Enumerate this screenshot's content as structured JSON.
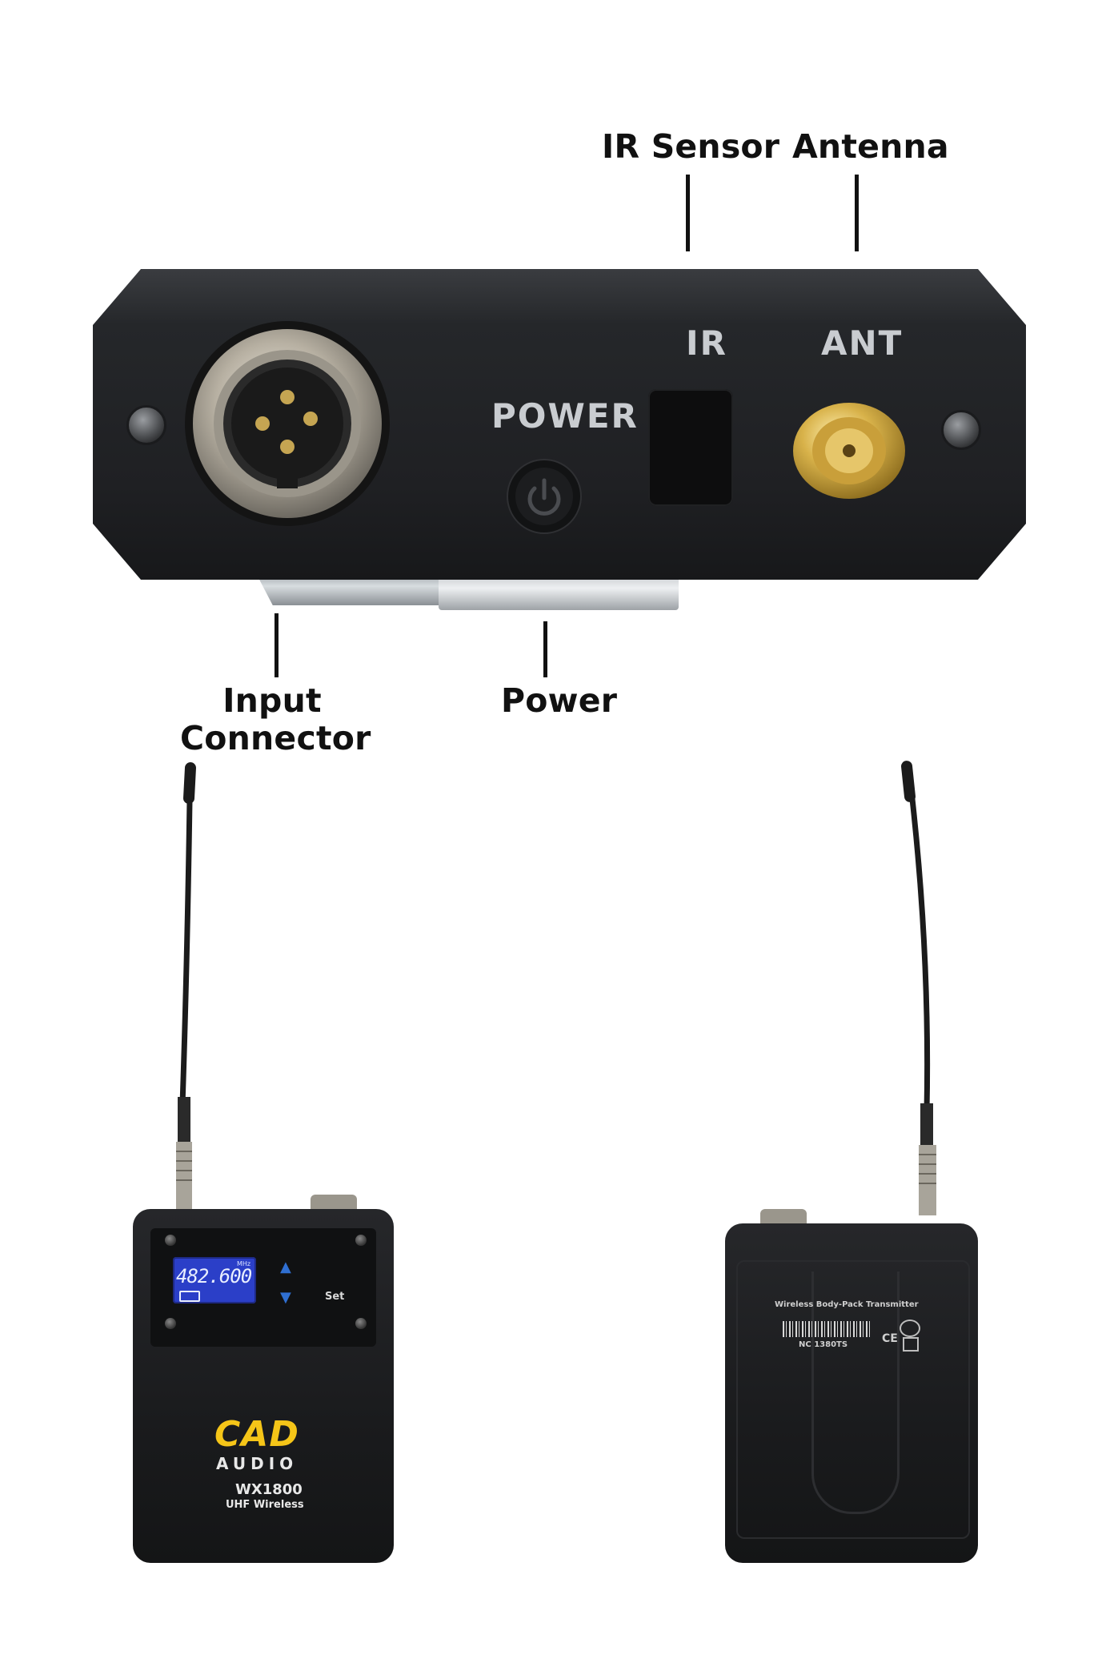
{
  "callouts": {
    "ir_sensor": "IR Sensor",
    "antenna": "Antenna",
    "input_connector_line1": "Input",
    "input_connector_line2": "Connector",
    "power": "Power"
  },
  "top_panel": {
    "ir_label": "IR",
    "ant_label": "ANT",
    "power_label": "POWER"
  },
  "front_pack": {
    "display_frequency": "482.600",
    "display_unit": "MHz",
    "set_button": "Set",
    "brand_cad": "CAD",
    "brand_audio": "AUDIO",
    "model": "WX1800",
    "model_sub": "UHF Wireless"
  },
  "back_pack": {
    "label_title": "Wireless Body-Pack Transmitter",
    "label_model": "NC 1380TS",
    "label_ce": "CE"
  },
  "colors": {
    "background": "#ffffff",
    "device_body": "#1f2023",
    "panel_text": "#c9ccd0",
    "brand_yellow": "#f5c518",
    "lcd_blue": "#2b3fc8",
    "gold_connector": "#c9a23a"
  }
}
